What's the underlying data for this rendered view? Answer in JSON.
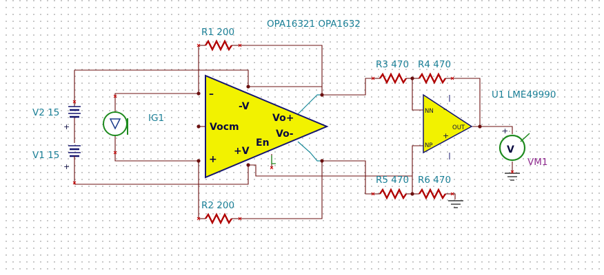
{
  "title": "OPA16321 OPA1632",
  "components": {
    "r1": "R1 200",
    "r2": "R2 200",
    "r3": "R3 470",
    "r4": "R4 470",
    "r5": "R5 470",
    "r6": "R6 470",
    "v1": "V1 15",
    "v2": "V2 15",
    "ig1": "IG1",
    "u1": "U1 LME49990",
    "vm1": "VM1"
  },
  "fully_diff_amp": {
    "pin_minus": "–",
    "pin_plus": "+",
    "neg_supply": "-V",
    "pos_supply": "+V",
    "vocm": "Vocm",
    "vo_plus": "Vo+",
    "vo_minus": "Vo-",
    "enable": "En"
  },
  "u1_opamp": {
    "pin_nn": "NN",
    "pin_np": "NP",
    "pin_out": "OUT",
    "sign_minus": "–",
    "sign_plus": "+"
  },
  "signs": {
    "v2_plus": "+",
    "v1_plus": "+",
    "vm1_plus": "+",
    "vm1_symbol": "V"
  },
  "colors": {
    "opamp_fill": "#f2f200",
    "opamp_outline": "#14146e",
    "label": "#1a7f96",
    "meter_label": "#8e2a8e",
    "wire": "#6b0f0f",
    "resistor": "#b00000"
  }
}
